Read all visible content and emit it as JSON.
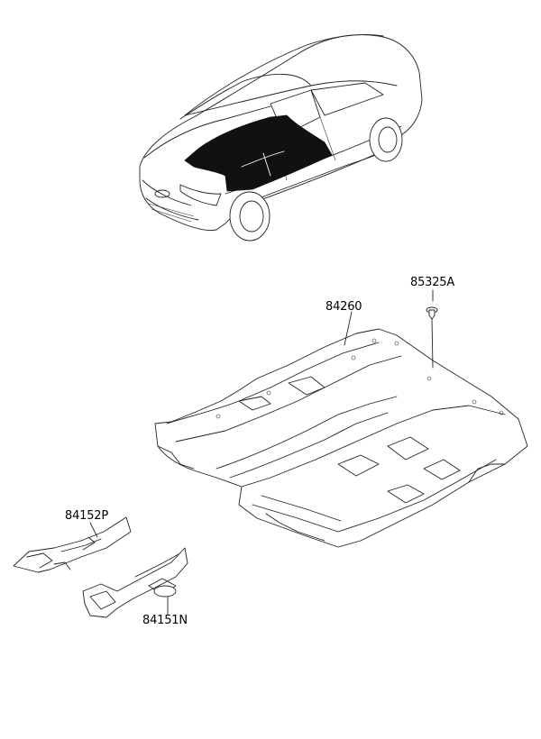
{
  "parts": {
    "floor_covering": "84260",
    "clip": "85325A",
    "insulator_p": "84152P",
    "insulator_n": "84151N"
  },
  "icons": [
    "car-icon",
    "floor-covering-icon",
    "clip-icon",
    "insulator-pad-icon"
  ],
  "colors": {
    "line": "#222222",
    "highlight": "#111111",
    "background": "#ffffff"
  }
}
